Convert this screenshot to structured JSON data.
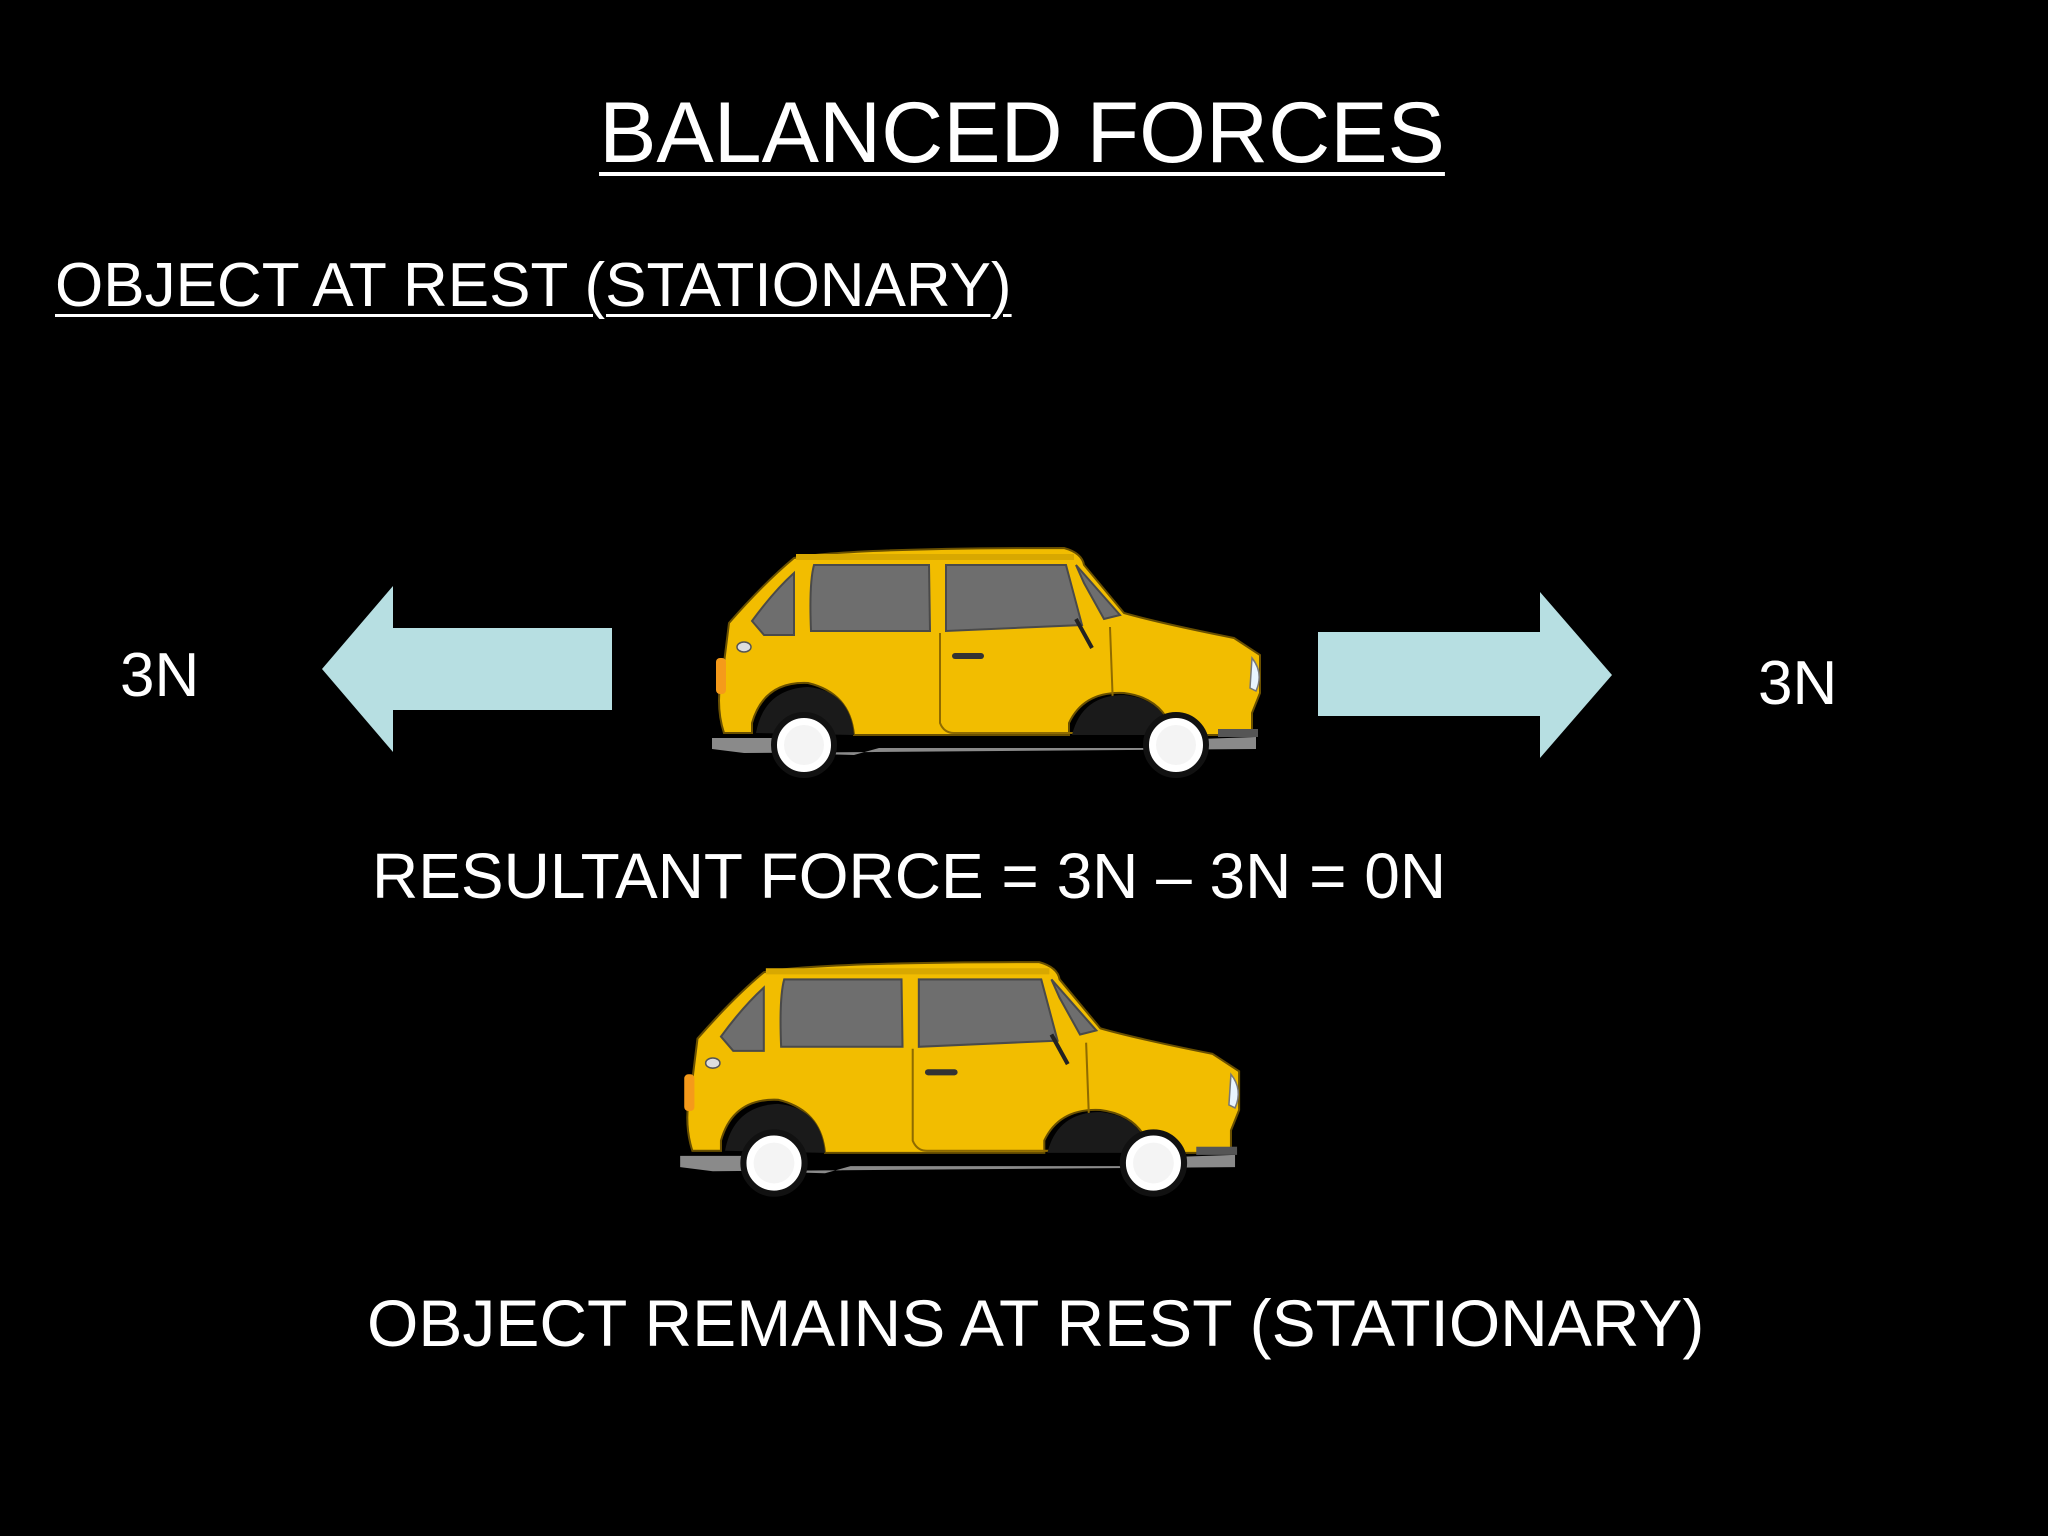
{
  "slide": {
    "title": "BALANCED FORCES",
    "subtitle": "OBJECT AT REST (STATIONARY)",
    "background_color": "#000000",
    "text_color": "#ffffff"
  },
  "diagram": {
    "left_force": {
      "label": "3N",
      "direction": "left"
    },
    "right_force": {
      "label": "3N",
      "direction": "right"
    },
    "arrow_color": "#b7dfe2",
    "car_color": "#f2bd00",
    "car_window_color": "#6e6e6e",
    "resultant": "RESULTANT FORCE = 3N – 3N = 0N",
    "conclusion": "OBJECT REMAINS AT REST (STATIONARY)"
  }
}
